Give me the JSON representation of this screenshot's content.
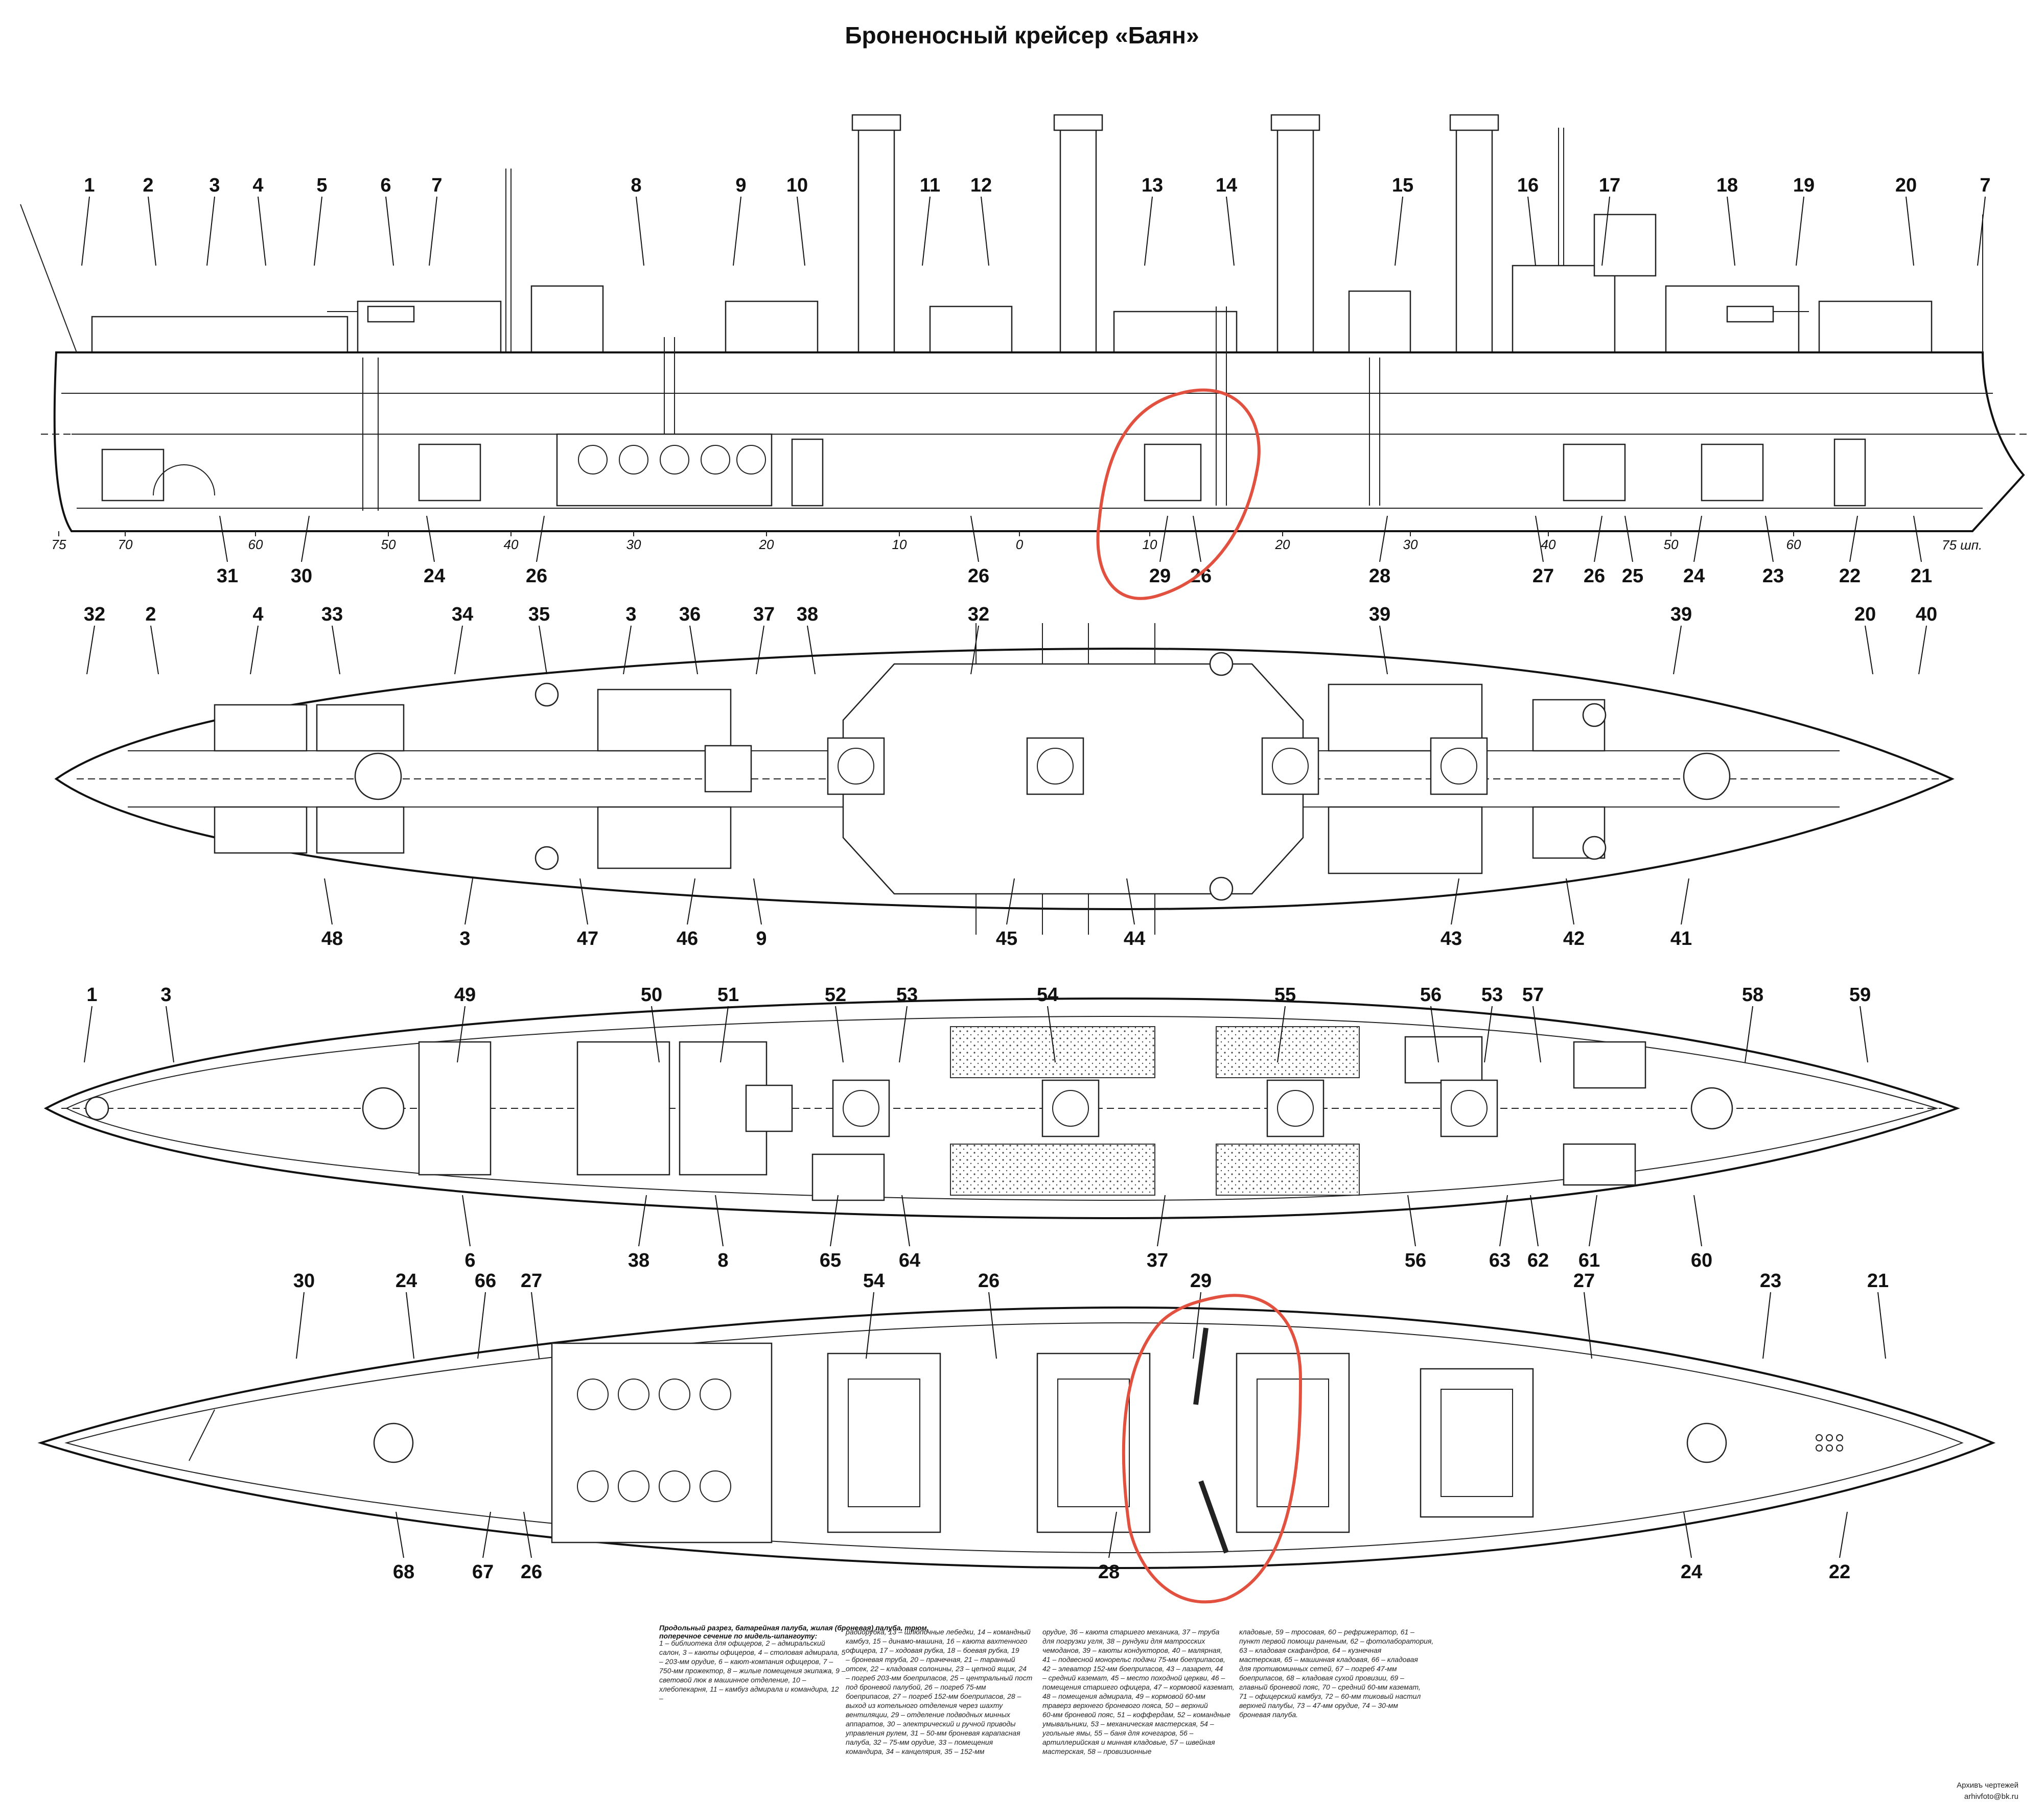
{
  "title": "Броненосный крейсер «Баян»",
  "profile": {
    "top_labels": [
      "1",
      "2",
      "3",
      "4",
      "5",
      "6",
      "7",
      "8",
      "9",
      "10",
      "11",
      "12",
      "13",
      "14",
      "15",
      "16",
      "17",
      "18",
      "19",
      "20",
      "7"
    ],
    "bottom_labels": [
      "31",
      "30",
      "24",
      "26",
      "26",
      "29",
      "26",
      "28",
      "27",
      "26",
      "25",
      "24",
      "23",
      "22",
      "21"
    ],
    "frame_marks": [
      "75",
      "70",
      "60",
      "50",
      "40",
      "30",
      "20",
      "10",
      "0",
      "10",
      "20",
      "30",
      "40",
      "50",
      "60"
    ],
    "frame_unit": "75 шп."
  },
  "battery_deck": {
    "top_labels": [
      "32",
      "2",
      "4",
      "33",
      "34",
      "35",
      "3",
      "36",
      "37",
      "38",
      "32",
      "39",
      "39",
      "20",
      "40"
    ],
    "bottom_labels": [
      "48",
      "3",
      "47",
      "46",
      "9",
      "45",
      "44",
      "43",
      "42",
      "41"
    ]
  },
  "armored_deck": {
    "top_labels": [
      "1",
      "3",
      "49",
      "50",
      "51",
      "52",
      "53",
      "54",
      "55",
      "56",
      "53",
      "57",
      "58",
      "59"
    ],
    "bottom_labels": [
      "6",
      "38",
      "8",
      "65",
      "64",
      "37",
      "56",
      "63",
      "62",
      "61",
      "60"
    ]
  },
  "hold": {
    "top_labels": [
      "30",
      "24",
      "66",
      "27",
      "54",
      "26",
      "29",
      "27",
      "23",
      "21"
    ],
    "bottom_labels": [
      "68",
      "67",
      "26",
      "28",
      "24",
      "22"
    ]
  },
  "legend": {
    "lead": "Продольный разрез, батарейная палуба, жилая (броневая) палуба, трюм, поперечное сечение по мидель-шпангоуту:",
    "columns": [
      [
        "1 – библиотека для офицеров, 2 – адмиральский салон, 3 – каюты офицеров, 4 – столовая адмирала, 5 – 203-мм орудие, 6 – кают-компания офицеров, 7 – 750-мм прожектор, 8 – жилые помещения экипажа, 9 – световой люк в машинное отделение, 10 – хлебопекарня, 11 – камбуз адмирала и командира, 12 –"
      ],
      [
        "радиорубка, 13 – шлюпочные лебедки, 14 – командный камбуз, 15 – динамо-машина, 16 – каюта вахтенного офицера, 17 – ходовая рубка, 18 – боевая рубка, 19 – броневая труба, 20 – прачечная, 21 – таранный отсек, 22 – кладовая солонины, 23 – цепной ящик, 24 – погреб 203-мм боеприпасов, 25 – центральный пост под броневой палубой, 26 – погреб 75-мм боеприпасов, 27 – погреб 152-мм боеприпасов, 28 – выход из котельного отделения через шахту вентиляции, 29 – отделение подводных минных аппаратов, 30 – электрический и ручной приводы управления рулем, 31 – 50-мм броневая карапасная палуба, 32 – 75-мм орудие, 33 – помещения командира, 34 – канцелярия, 35 – 152-мм"
      ],
      [
        "орудие, 36 – каюта старшего механика, 37 – труба для погрузки угля, 38 – рундуки для матросских чемоданов, 39 – каюты кондукторов, 40 – малярная, 41 – подвесной монорельс подачи 75-мм боеприпасов, 42 – элеватор 152-мм боеприпасов, 43 – лазарет, 44 – средний каземат, 45 – место походной церкви, 46 – помещения старшего офицера, 47 – кормовой каземат, 48 – помещения адмирала, 49 – кормовой 60-мм траверз верхнего броневого пояса, 50 – верхний 60-мм броневой пояс, 51 – коффердам, 52 – командные умывальники, 53 – механическая мастерская, 54 – угольные ямы, 55 – баня для кочегаров, 56 – артиллерийская и минная кладовые, 57 – швейная мастерская, 58 – провизионные"
      ],
      [
        "кладовые, 59 – тросовая, 60 – рефрижератор, 61 – пункт первой помощи раненым, 62 – фотолаборатория, 63 – кладовая скафандров, 64 – кузнечная мастерская, 65 – машинная кладовая, 66 – кладовая для противоминных сетей, 67 – погреб 47-мм боеприпасов, 68 – кладовая сухой провизии, 69 – главный броневой пояс, 70 – средний 60-мм каземат, 71 – офицерский камбуз, 72 – 60-мм тиковый настил верхней палубы, 73 – 47-мм орудие, 74 – 30-мм броневая палуба."
      ]
    ]
  },
  "credit": [
    "Архивъ чертежей",
    "arhivfoto@bk.ru"
  ],
  "colors": {
    "ink": "#111111",
    "annotation": "#e2513f",
    "paper": "#ffffff"
  }
}
